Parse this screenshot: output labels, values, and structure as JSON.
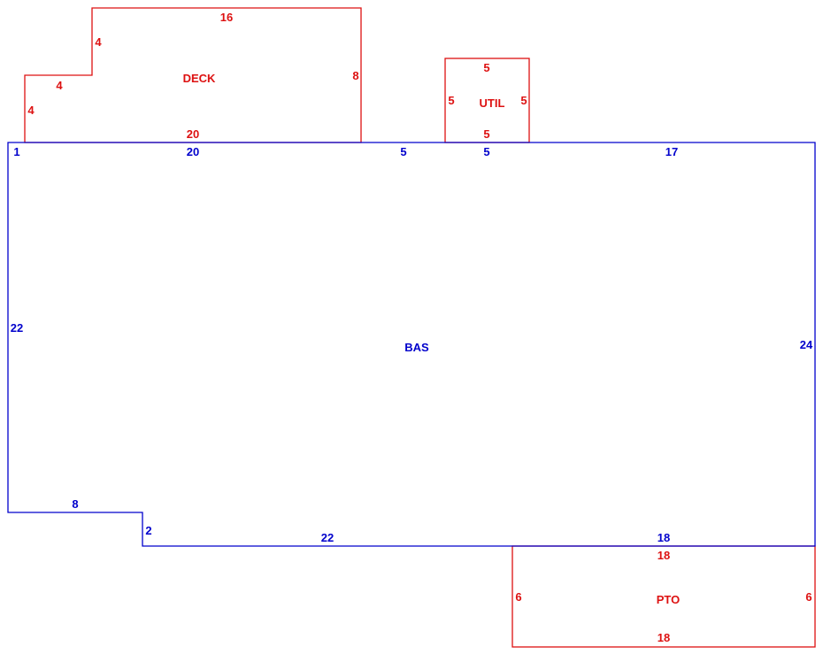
{
  "colors": {
    "primary_area": "#0000cc",
    "secondary_area": "#dd1111"
  },
  "areas": {
    "bas": {
      "label": "BAS",
      "dimensions": {
        "top_left_corner": "1",
        "top_a": "20",
        "top_b": "5",
        "top_c": "5",
        "top_d": "17",
        "right": "24",
        "bottom_right": "18",
        "bottom_mid": "22",
        "step_vertical": "2",
        "step_horizontal": "8",
        "left": "22"
      }
    },
    "deck": {
      "label": "DECK",
      "dimensions": {
        "top": "16",
        "right": "8",
        "bottom": "20",
        "left_lower": "4",
        "step_horizontal": "4",
        "left_upper": "4"
      }
    },
    "util": {
      "label": "UTIL",
      "dimensions": {
        "top": "5",
        "left": "5",
        "right": "5",
        "bottom": "5"
      }
    },
    "pto": {
      "label": "PTO",
      "dimensions": {
        "top": "18",
        "left": "6",
        "right": "6",
        "bottom": "18"
      }
    }
  }
}
